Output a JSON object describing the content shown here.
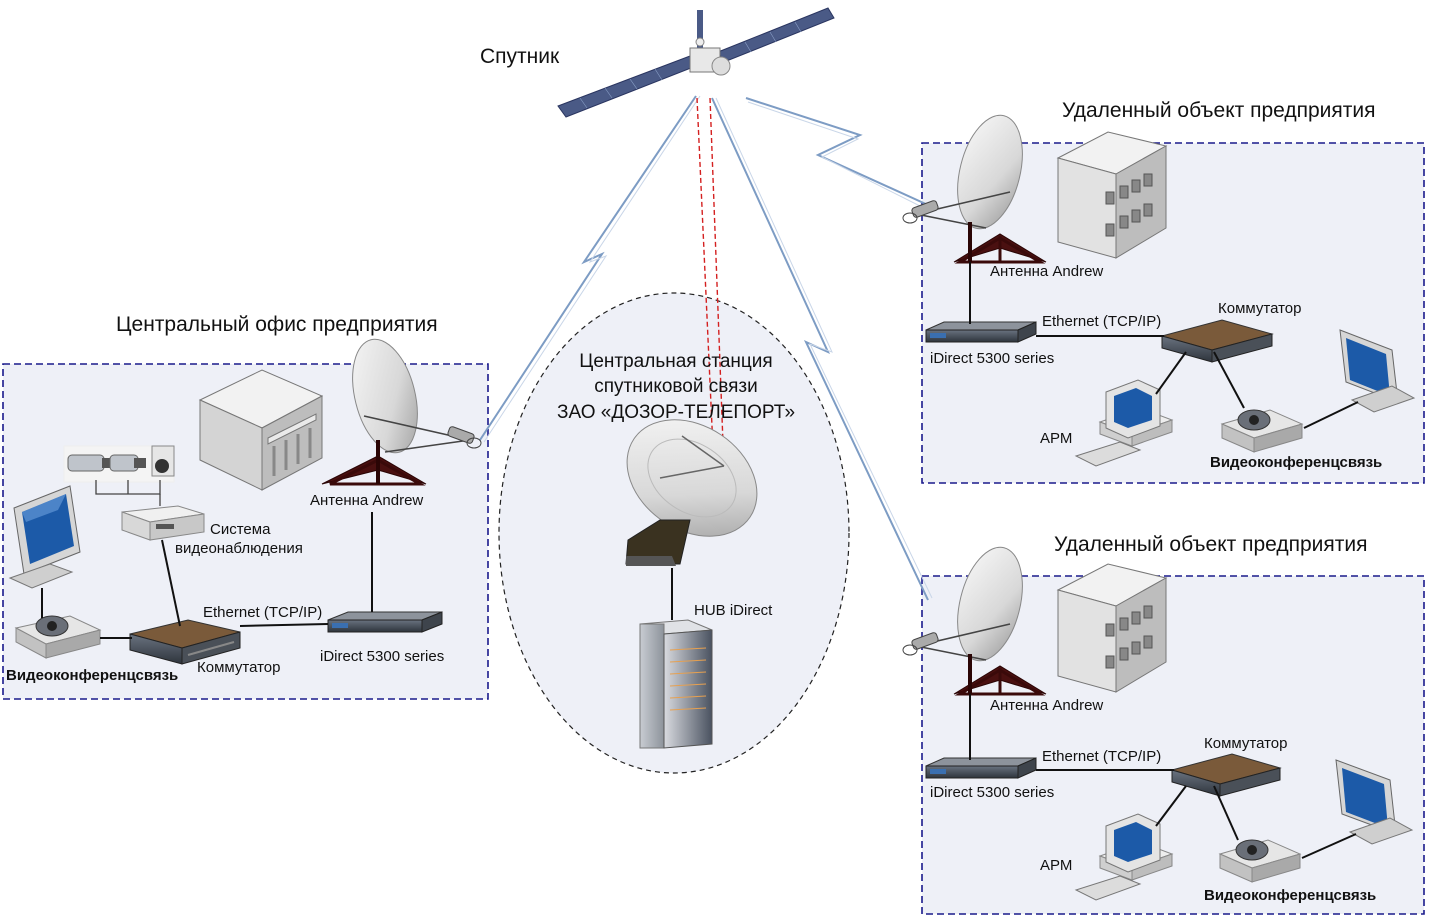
{
  "satellite": {
    "label": "Спутник"
  },
  "central_office": {
    "title": "Центральный офис предприятия",
    "antenna": "Антенна Andrew",
    "surveillance": [
      "Система",
      "видеонаблюдения"
    ],
    "ethernet": "Ethernet (TCP/IP)",
    "modem": "iDirect 5300 series",
    "switch": "Коммутатор",
    "vc": "Видеоконференцсвязь"
  },
  "hub_station": {
    "title_lines": [
      "Центральная станция",
      "спутниковой связи",
      "ЗАО «ДОЗОР-ТЕЛЕПОРТ»"
    ],
    "hub": "HUB iDirect"
  },
  "remote_sites": [
    {
      "title": "Удаленный объект предприятия",
      "antenna": "Антенна Andrew",
      "ethernet": "Ethernet (TCP/IP)",
      "switch": "Коммутатор",
      "modem": "iDirect 5300 series",
      "workstation": "АРМ",
      "vc": "Видеоконференцсвязь"
    },
    {
      "title": "Удаленный объект  предприятия",
      "antenna": "Антенна Andrew",
      "ethernet": "Ethernet (TCP/IP)",
      "switch": "Коммутатор",
      "modem": "iDirect 5300 series",
      "workstation": "АРМ",
      "vc": "Видеоконференцсвязь"
    }
  ],
  "colors": {
    "zone_border": "#1a1a8c",
    "zone_fill": "#eef0f7",
    "link": "#6e8fb8",
    "red_beam": "#d42020"
  }
}
